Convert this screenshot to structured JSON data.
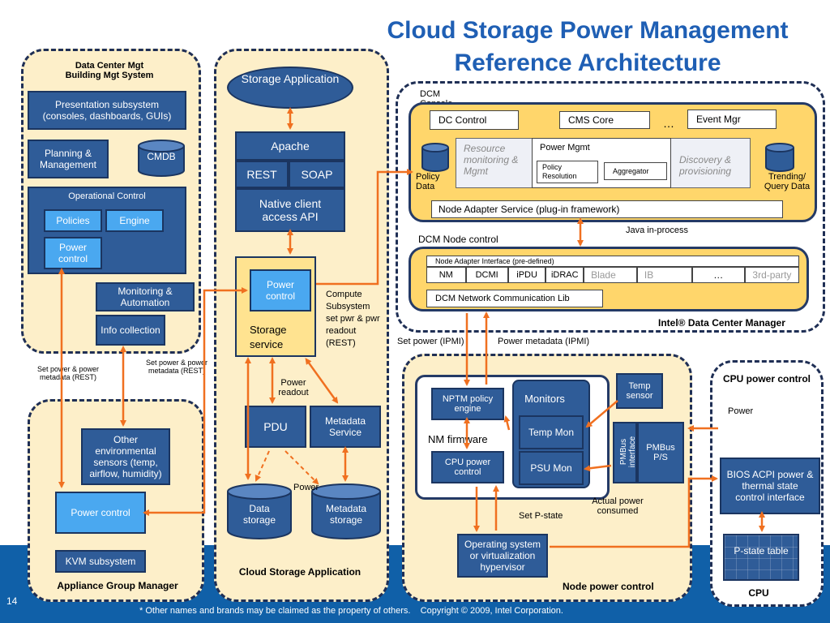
{
  "title_line1": "Cloud Storage Power Management",
  "title_line2": "Reference Architecture",
  "bms": {
    "header_line1": "Data Center Mgt",
    "header_line2": "Building Mgt System",
    "presentation": "Presentation subsystem (consoles, dashboards, GUIs)",
    "planning": "Planning & Management",
    "cmdb": "CMDB",
    "operational_control": "Operational Control",
    "policies": "Policies",
    "engine": "Engine",
    "power_control": "Power control",
    "monitoring": "Monitoring & Automation",
    "info": "Info collection"
  },
  "labels": {
    "set_power_left": "Set power & power metadata (REST)",
    "set_power_mid": "Set power & power metadata (REST)",
    "power_readout": "Power readout",
    "compute": "Compute Subsystem set pwr & pwr readout (REST)",
    "power_mid": "Power",
    "set_power_ipmi": "Set power (IPMI)",
    "power_meta_ipmi": "Power metadata (IPMI)",
    "java": "Java in-process",
    "power_right": "Power",
    "actual_power": "Actual power consumed",
    "set_pstate": "Set P-state"
  },
  "agm": {
    "other_sensors": "Other environmental sensors (temp, airflow, humidity)",
    "power_control": "Power control",
    "kvm": "KVM subsystem",
    "footer": "Appliance Group Manager"
  },
  "csa": {
    "storage_app": "Storage Application",
    "apache": "Apache",
    "rest": "REST",
    "soap": "SOAP",
    "native": "Native client access API",
    "power_control": "Power control",
    "storage_service": "Storage service",
    "pdu": "PDU",
    "metadata_service": "Metadata Service",
    "data_storage": "Data storage",
    "metadata_storage": "Metadata storage",
    "footer": "Cloud Storage Application"
  },
  "dcm": {
    "console": "DCM Console",
    "dc_control": "DC Control",
    "cms_core": "CMS Core",
    "ellipsis": "…",
    "event_mgr": "Event Mgr",
    "resource": "Resource monitoring & Mgmt",
    "power_mgmt": "Power Mgmt",
    "policy": "Policy Resolution",
    "aggregator": "Aggregator",
    "discovery": "Discovery & provisioning",
    "policy_data": "Policy Data",
    "trending": "Trending/ Query Data",
    "node_adapter_service": "Node Adapter Service (plug-in framework)",
    "node_control": "DCM Node control",
    "nai": "Node Adapter Interface (pre-defined)",
    "nm": "NM",
    "dcmi": "DCMI",
    "ipdu": "iPDU",
    "idrac": "iDRAC",
    "blade": "Blade",
    "ib": "IB",
    "dots": "…",
    "third_party": "3rd-party",
    "comm_lib": "DCM Network Communication Lib",
    "footer": "Intel® Data Center Manager"
  },
  "node": {
    "nptm": "NPTM policy engine",
    "monitors": "Monitors",
    "temp_mon": "Temp Mon",
    "psu_mon": "PSU Mon",
    "nm_firmware": "NM firmware",
    "cpu_power": "CPU power control",
    "temp_sensor": "Temp sensor",
    "pmbus_interface": "PMBus interface",
    "pmbus_ps": "PMBus P/S",
    "os": "Operating system or virtualization hypervisor",
    "footer": "Node power control"
  },
  "cpu": {
    "header": "CPU power control",
    "bios": "BIOS ACPI power & thermal state control interface",
    "pstate": "P-state table",
    "footer": "CPU"
  },
  "footer": {
    "page": "14",
    "note": "* Other names and brands may be claimed as the property of others.    Copyright © 2009, Intel Corporation."
  },
  "colors": {
    "accent": "#1f5fb4",
    "navy": "#2f5c98",
    "light_blue": "#4aa8f0",
    "panel": "#fdefc9",
    "dcm": "#ffd66b",
    "arrow": "#f07020",
    "ocean": "#1060a8"
  }
}
